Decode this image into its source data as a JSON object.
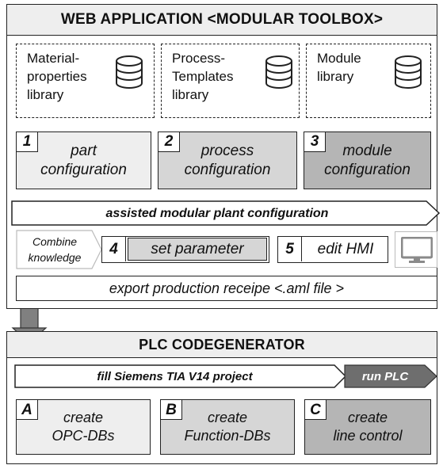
{
  "web_app": {
    "title": "WEB APPLICATION <MODULAR TOOLBOX>",
    "libraries": [
      {
        "label": "Material-\nproperties\nlibrary",
        "icon": "database-icon"
      },
      {
        "label": "Process-\nTemplates\nlibrary",
        "icon": "database-icon"
      },
      {
        "label": "Module\nlibrary",
        "icon": "database-icon"
      }
    ],
    "configs": [
      {
        "num": "1",
        "label": "part\nconfiguration",
        "color": "#eeeeee"
      },
      {
        "num": "2",
        "label": "process\nconfiguration",
        "color": "#d6d6d6"
      },
      {
        "num": "3",
        "label": "module\nconfiguration",
        "color": "#b5b5b5"
      }
    ],
    "assisted": "assisted modular plant configuration",
    "combine": "Combine\nknowledge",
    "steps": [
      {
        "num": "4",
        "label": "set parameter"
      },
      {
        "num": "5",
        "label": "edit HMI"
      }
    ],
    "monitor_icon": "monitor-icon",
    "export": "export production receipe <.aml file >"
  },
  "plc": {
    "title": "PLC CODEGENERATOR",
    "fill": "fill Siemens TIA V14 project",
    "run": "run PLC",
    "tasks": [
      {
        "num": "A",
        "label": "create\nOPC-DBs",
        "color": "#eeeeee"
      },
      {
        "num": "B",
        "label": "create\nFunction-DBs",
        "color": "#d6d6d6"
      },
      {
        "num": "C",
        "label": "create\nline control",
        "color": "#b5b5b5"
      }
    ]
  }
}
